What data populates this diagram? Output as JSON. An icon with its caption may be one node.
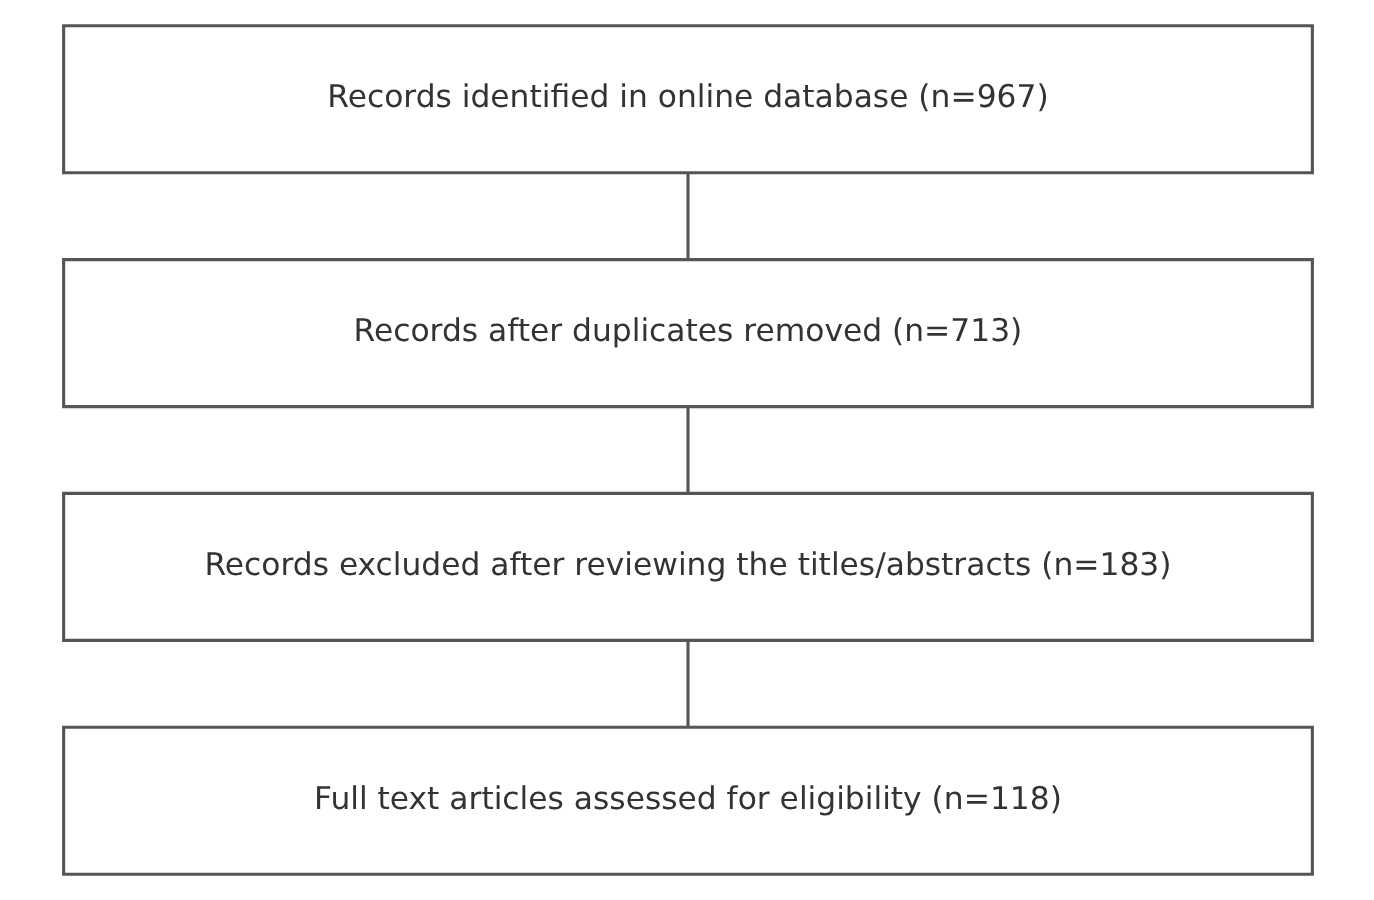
{
  "diagram": {
    "nodes": [
      {
        "text": [
          "Records identified in online database (n=967)"
        ]
      },
      {
        "text": [
          "Records after duplicates removed (n=713)"
        ]
      },
      {
        "text": [
          "Records excluded after reviewing the titles/abstracts (n=183)"
        ]
      },
      {
        "text": [
          "Full text articles assessed for eligibility (n=118)"
        ]
      }
    ],
    "edges": [
      {
        "from": 0,
        "to": 1,
        "arrow": "none"
      },
      {
        "from": 1,
        "to": 2,
        "arrow": "none"
      },
      {
        "from": 2,
        "to": 3,
        "arrow": "none"
      }
    ]
  }
}
